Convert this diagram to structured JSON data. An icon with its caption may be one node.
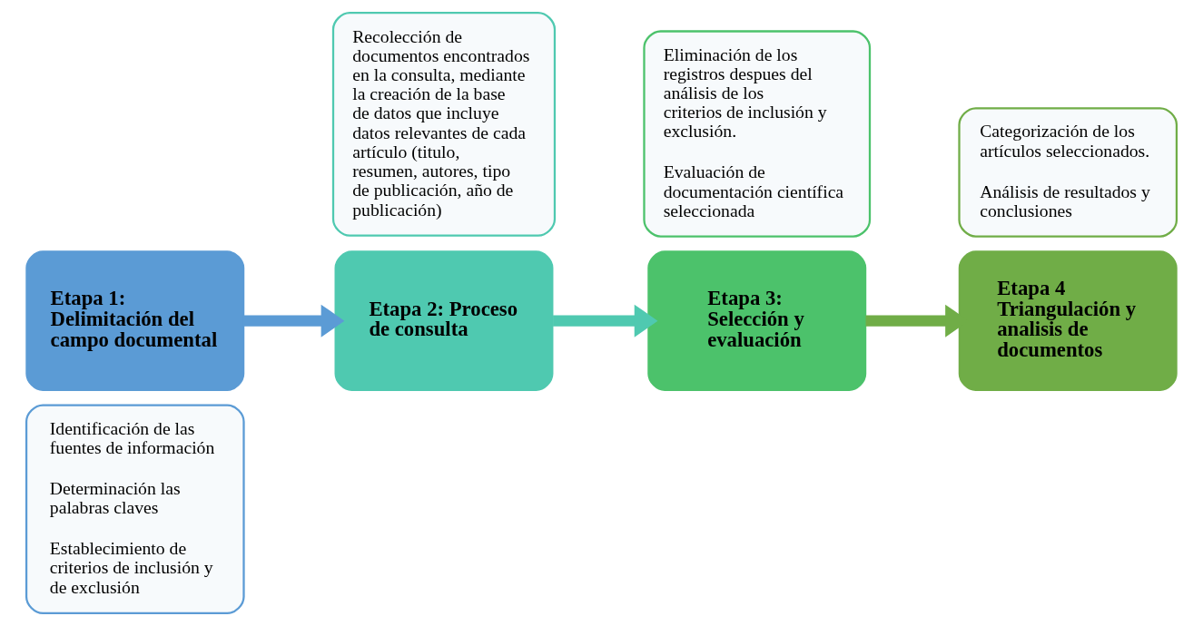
{
  "diagram": {
    "nodes": [
      {
        "text": [
          "Etapa 1: Delimitación del campo documental"
        ]
      },
      {
        "text": [
          "Identificación de las fuentes de información",
          "Determinación las palabras claves",
          "Establecimiento de criterios de inclusión y de exclusión"
        ]
      },
      {
        "text": [
          "Etapa 2: Proceso de consulta"
        ]
      },
      {
        "text": [
          "Recolección de documentos encontrados en la consulta, mediante la creación de la base de datos que incluye datos relevantes de cada artículo (titulo, resumen, autores, tipo de publicación, año de publicación)"
        ]
      },
      {
        "text": [
          "Etapa 3: Selección y evaluación"
        ]
      },
      {
        "text": [
          "Eliminación de los registros despues del análisis de los criterios de inclusión y exclusión.",
          "Evaluación de documentación científica seleccionada"
        ]
      },
      {
        "text": [
          "Etapa 4 Triangulación y analisis de documentos"
        ]
      },
      {
        "text": [
          "Categorización de los artículos seleccionados.",
          "Análisis de resultados y conclusiones"
        ]
      }
    ],
    "edges": [
      {
        "from": 0,
        "to": 2,
        "arrow": "to",
        "color": "#5b9bd5"
      },
      {
        "from": 2,
        "to": 4,
        "arrow": "to",
        "color": "#4fc9b0"
      },
      {
        "from": 4,
        "to": 6,
        "arrow": "to",
        "color": "#70ad47"
      }
    ]
  }
}
